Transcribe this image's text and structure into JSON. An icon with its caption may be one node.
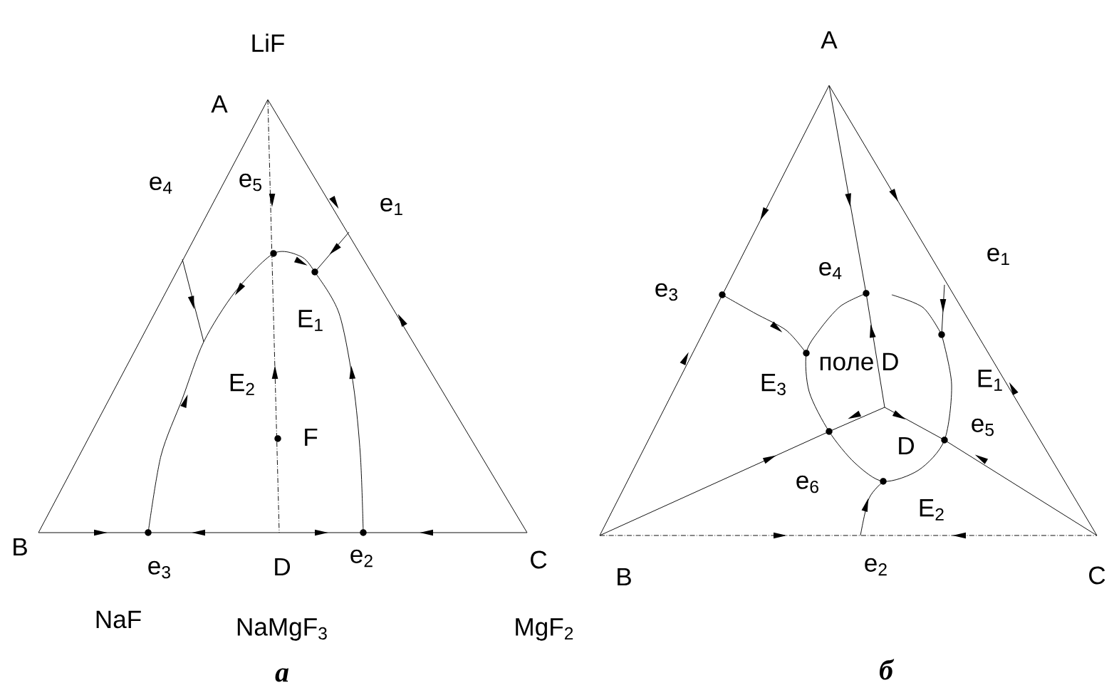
{
  "diagram": {
    "labels": [
      "LiF",
      "A",
      "e$_{4}$",
      "e$_{5}$",
      "e$_{1}$",
      "E$_{1}$",
      "E$_{2}$",
      "F",
      "B",
      "e$_{3}$",
      "D",
      "e$_{2}$",
      "C",
      "NaF",
      "NaMgF$_{3}$",
      "MgF$_{2}$",
      "а",
      "A",
      "e$_{3}$",
      "e$_{4}$",
      "e$_{1}$",
      "поле D",
      "E$_{3}$",
      "E$_{1}$",
      "e$_{5}$",
      "D",
      "e$_{6}$",
      "E$_{2}$",
      "B",
      "e$_{2}$",
      "C",
      "б"
    ]
  }
}
